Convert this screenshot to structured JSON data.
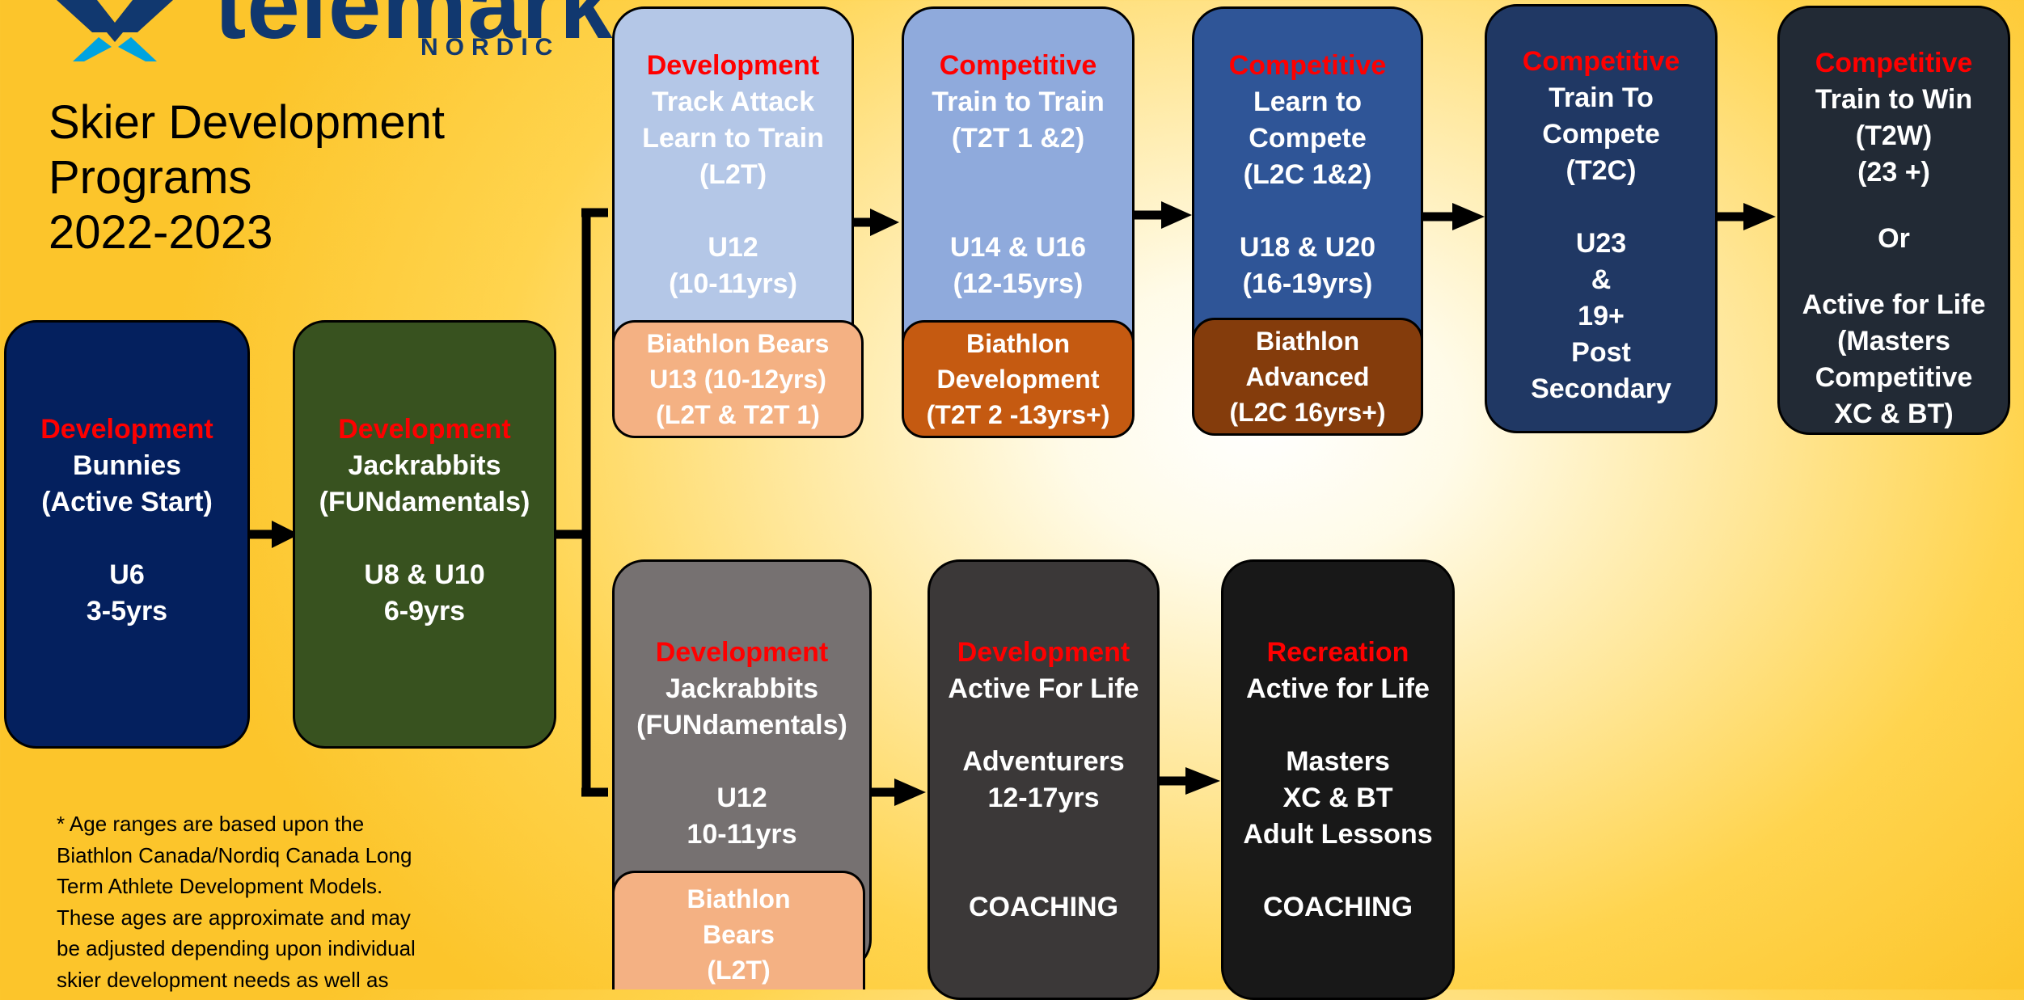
{
  "logo": {
    "word": "telemark",
    "sub": "NORDIC"
  },
  "title": [
    "Skier Development",
    "Programs",
    "2022-2023"
  ],
  "colors": {
    "heading_red": "#ff0000",
    "bunnies": "#04205e",
    "jackrabbits": "#38521f",
    "track_attack": "#b4c7e7",
    "t2t": "#8faadc",
    "l2c": "#2f5597",
    "t2c": "#203864",
    "t2w": "#222a35",
    "jackrabbits_u12": "#767171",
    "active_for_life": "#3b3838",
    "recreation": "#181818",
    "biathlon_bears": "#f4b183",
    "biathlon_dev": "#c55a11",
    "biathlon_adv": "#843c0c"
  },
  "boxes": {
    "bunnies": {
      "heading": "Development",
      "lines": [
        "Bunnies",
        "(Active Start)",
        "",
        "U6",
        "3-5yrs"
      ]
    },
    "jackrabbits": {
      "heading": "Development",
      "lines": [
        "Jackrabbits",
        "(FUNdamentals)",
        "",
        "U8 & U10",
        "6-9yrs"
      ]
    },
    "track_attack": {
      "heading": "Development",
      "lines": [
        "Track Attack",
        "Learn to Train",
        "(L2T)",
        "",
        "U12",
        "(10-11yrs)"
      ]
    },
    "t2t": {
      "heading": "Competitive",
      "lines": [
        "Train to Train",
        "(T2T 1 &2)",
        "",
        "",
        "U14 & U16",
        "(12-15yrs)"
      ]
    },
    "l2c": {
      "heading": "Competitive",
      "lines": [
        "Learn to",
        "Compete",
        "(L2C 1&2)",
        "",
        "U18 & U20",
        "(16-19yrs)"
      ]
    },
    "t2c": {
      "heading": "Competitive",
      "lines": [
        "Train To",
        "Compete",
        "(T2C)",
        "",
        "U23",
        "&",
        "19+",
        "Post",
        "Secondary"
      ]
    },
    "t2w": {
      "heading": "Competitive",
      "lines": [
        "Train to Win",
        "(T2W)",
        "(23 +)",
        "",
        "Or",
        "",
        "Active for Life",
        "(Masters",
        "Competitive",
        "XC & BT)"
      ]
    },
    "jackrabbits_u12": {
      "heading": "Development",
      "lines": [
        "Jackrabbits",
        "(FUNdamentals)",
        "",
        "U12",
        "10-11yrs"
      ]
    },
    "active_for_life": {
      "heading": "Development",
      "lines": [
        "Active For Life",
        "",
        "Adventurers",
        "12-17yrs",
        "",
        "",
        "COACHING"
      ]
    },
    "recreation": {
      "heading": "Recreation",
      "lines": [
        "Active for Life",
        "",
        "Masters",
        "XC & BT",
        "Adult Lessons",
        "",
        "COACHING"
      ]
    }
  },
  "biathlon": {
    "bears": [
      "Biathlon Bears",
      "U13 (10-12yrs)",
      "(L2T & T2T  1)"
    ],
    "development": [
      "Biathlon",
      "Development",
      "(T2T 2 -13yrs+)"
    ],
    "advanced": [
      "Biathlon",
      "Advanced",
      "(L2C 16yrs+)"
    ],
    "bears_l2t": [
      "Biathlon",
      "Bears",
      "(L2T)"
    ]
  },
  "note": [
    "* Age ranges are based upon the",
    "Biathlon Canada/Nordiq Canada Long",
    "Term Athlete Development Models.",
    "These ages are approximate and  may",
    "be adjusted depending upon individual",
    "skier development needs as well as"
  ]
}
